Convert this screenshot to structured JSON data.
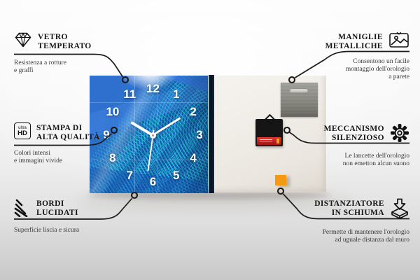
{
  "callouts": {
    "vetro": {
      "icon": "diamond-icon",
      "title": "VETRO\nTEMPERATO",
      "subtitle": "Resistenza a rotture\ne graffi"
    },
    "stampa": {
      "icon": "ultra-hd-icon",
      "icon_top": "ultra",
      "icon_bottom": "HD",
      "title": "STAMPA DI\nALTA QUALITÀ",
      "subtitle": "Colori intensi\ne immagini vivide"
    },
    "bordi": {
      "icon": "polished-edge-icon",
      "title": "BORDI\nLUCIDATI",
      "subtitle": "Superficie liscia e sicura"
    },
    "maniglie": {
      "icon": "picture-hanger-icon",
      "title": "MANIGLIE\nMETALLICHE",
      "subtitle": "Consentono un facile\nmontaggio dell'orologio\na parete"
    },
    "meccanismo": {
      "icon": "gear-icon",
      "title": "MECCANISMO\nSILENZIOSO",
      "subtitle": "Le lancette dell'orologio\nnon emetton alcun suono"
    },
    "distanziatore": {
      "icon": "foam-spacer-icon",
      "title": "DISTANZIATORE\nIN SCHIUMA",
      "subtitle": "Permette di mantenere l'orologio\nad uguale distanza dal muro"
    }
  },
  "clock": {
    "numbers": [
      "1",
      "2",
      "3",
      "4",
      "5",
      "6",
      "7",
      "8",
      "9",
      "10",
      "11",
      "12"
    ],
    "hands": {
      "hour_angle": 301,
      "minute_angle": 58,
      "second_angle": 188
    },
    "colors": {
      "face_blue": "#1b5fc0",
      "wave_teal": "#2fd0d4",
      "numerals": "#ffffff"
    }
  },
  "back": {
    "panel": "#f0ede7",
    "foam": "#f49a12",
    "battery": "#c01d1d",
    "plate": "#8a8a82"
  }
}
